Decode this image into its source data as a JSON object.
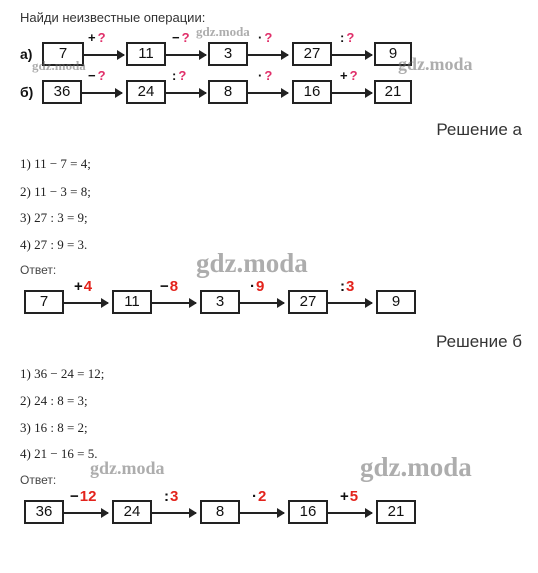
{
  "task": {
    "title": "Найди неизвестные операции:",
    "row_a": {
      "label": "а)",
      "numbers": [
        "7",
        "11",
        "3",
        "27",
        "9"
      ],
      "ops": [
        {
          "sign": "+",
          "q": "?"
        },
        {
          "sign": "−",
          "q": "?"
        },
        {
          "sign": "·",
          "q": "?"
        },
        {
          "sign": ":",
          "q": "?"
        }
      ]
    },
    "row_b": {
      "label": "б)",
      "numbers": [
        "36",
        "24",
        "8",
        "16",
        "21"
      ],
      "ops": [
        {
          "sign": "−",
          "q": "?"
        },
        {
          "sign": ":",
          "q": "?"
        },
        {
          "sign": "·",
          "q": "?"
        },
        {
          "sign": "+",
          "q": "?"
        }
      ]
    }
  },
  "solution_a": {
    "heading": "Решение а",
    "steps": [
      "1) 11 − 7 = 4;",
      "2) 11 − 3 = 8;",
      "3) 27 : 3 = 9;",
      "4) 27 : 9 = 3."
    ],
    "answer_label": "Ответ:",
    "numbers": [
      "7",
      "11",
      "3",
      "27",
      "9"
    ],
    "ops": [
      {
        "sign": "+",
        "value": "4"
      },
      {
        "sign": "−",
        "value": "8"
      },
      {
        "sign": "·",
        "value": "9"
      },
      {
        "sign": ":",
        "value": "3"
      }
    ]
  },
  "solution_b": {
    "heading": "Решение б",
    "steps": [
      "1) 36 − 24 = 12;",
      "2) 24 : 8 = 3;",
      "3) 16 : 8 = 2;",
      "4) 21 − 16 = 5."
    ],
    "answer_label": "Ответ:",
    "numbers": [
      "36",
      "24",
      "8",
      "16",
      "21"
    ],
    "ops": [
      {
        "sign": "−",
        "value": "12"
      },
      {
        "sign": ":",
        "value": "3"
      },
      {
        "sign": "·",
        "value": "2"
      },
      {
        "sign": "+",
        "value": "5"
      }
    ]
  },
  "watermark": "gdz.moda",
  "colors": {
    "question": "#e0306a",
    "answer_value": "#e3231c",
    "text": "#222222"
  }
}
